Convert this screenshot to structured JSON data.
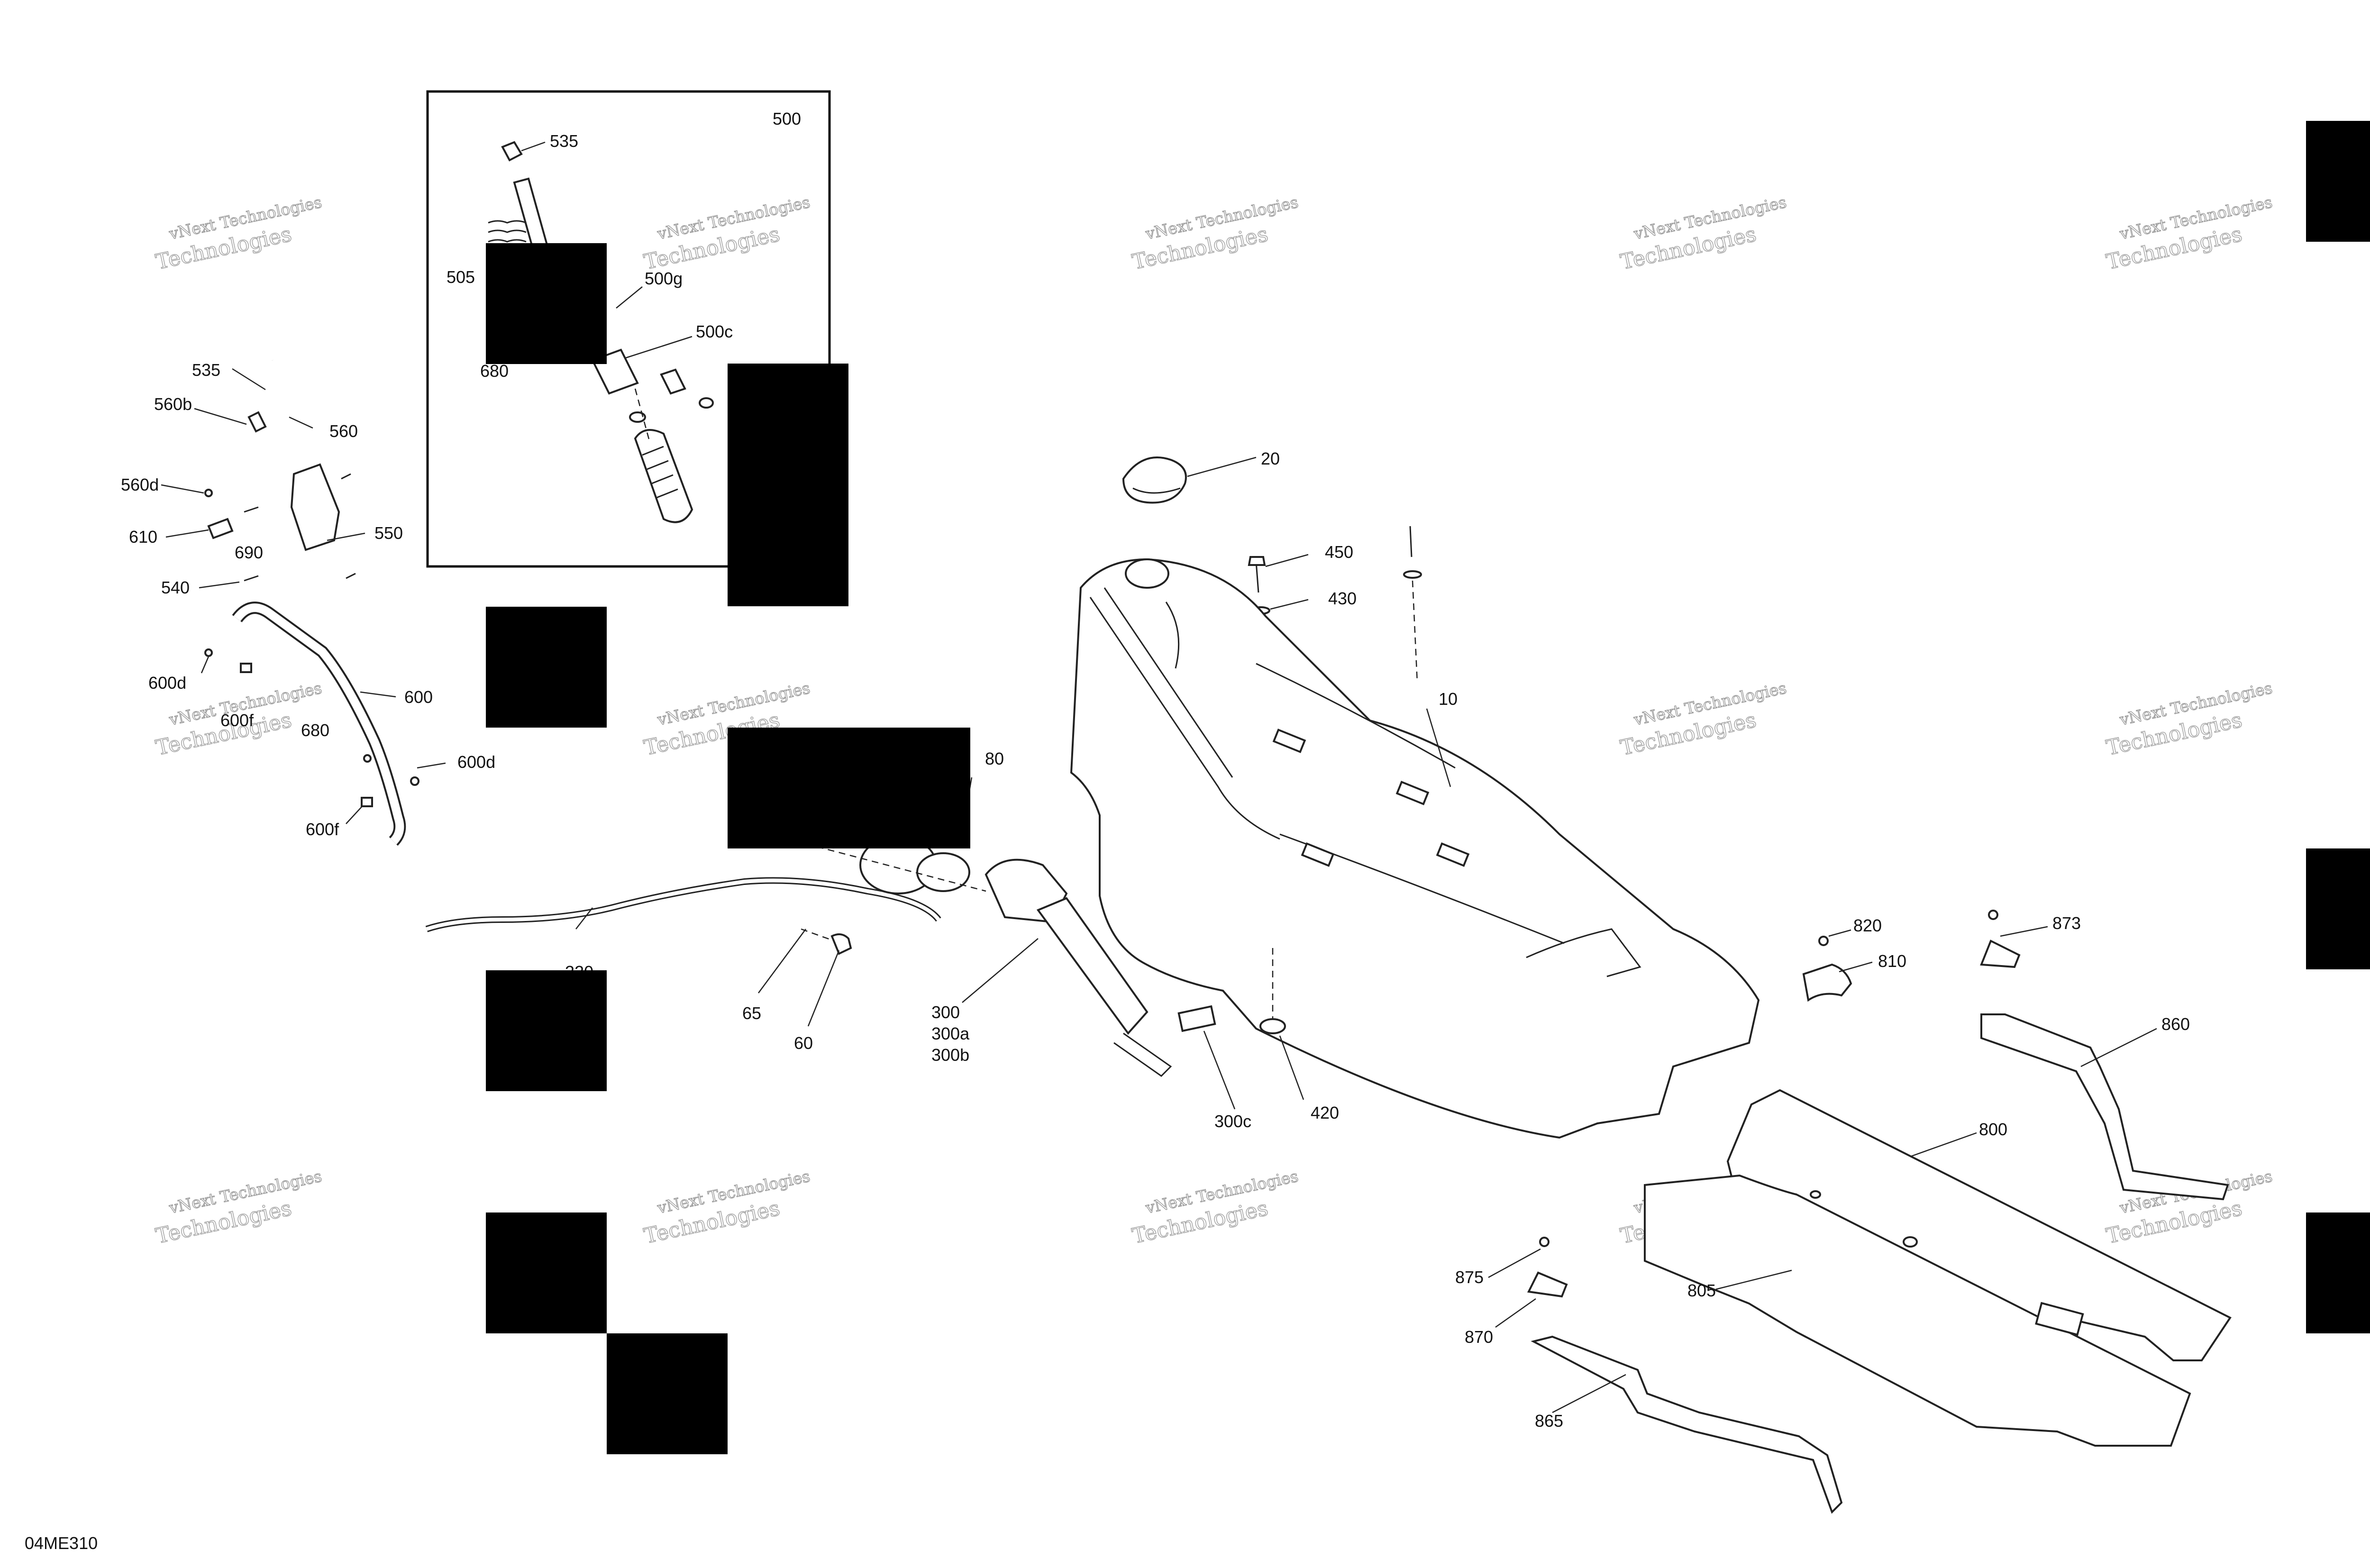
{
  "drawing_id": "04ME310",
  "inset": {
    "title": "500"
  },
  "watermark": {
    "line1": "vNext Technologies",
    "line2": "Technologies"
  },
  "callouts": [
    {
      "id": "c-535-inset",
      "text": "535"
    },
    {
      "id": "c-505",
      "text": "505"
    },
    {
      "id": "c-500g",
      "text": "500g"
    },
    {
      "id": "c-500c",
      "text": "500c"
    },
    {
      "id": "c-680-inset",
      "text": "680"
    },
    {
      "id": "c-535",
      "text": "535"
    },
    {
      "id": "c-560b",
      "text": "560b"
    },
    {
      "id": "c-560",
      "text": "560"
    },
    {
      "id": "c-560d",
      "text": "560d"
    },
    {
      "id": "c-550",
      "text": "550"
    },
    {
      "id": "c-610",
      "text": "610"
    },
    {
      "id": "c-690",
      "text": "690"
    },
    {
      "id": "c-540",
      "text": "540"
    },
    {
      "id": "c-600",
      "text": "600"
    },
    {
      "id": "c-600d-left",
      "text": "600d"
    },
    {
      "id": "c-600f-top",
      "text": "600f"
    },
    {
      "id": "c-680",
      "text": "680"
    },
    {
      "id": "c-600d",
      "text": "600d"
    },
    {
      "id": "c-600f",
      "text": "600f"
    },
    {
      "id": "c-320",
      "text": "320"
    },
    {
      "id": "c-80",
      "text": "80"
    },
    {
      "id": "c-65",
      "text": "65"
    },
    {
      "id": "c-60",
      "text": "60"
    },
    {
      "id": "c-300",
      "text": "300"
    },
    {
      "id": "c-300a",
      "text": "300a"
    },
    {
      "id": "c-300b",
      "text": "300b"
    },
    {
      "id": "c-300c",
      "text": "300c"
    },
    {
      "id": "c-20",
      "text": "20"
    },
    {
      "id": "c-450",
      "text": "450"
    },
    {
      "id": "c-430",
      "text": "430"
    },
    {
      "id": "c-10",
      "text": "10"
    },
    {
      "id": "c-420",
      "text": "420"
    },
    {
      "id": "c-820",
      "text": "820"
    },
    {
      "id": "c-810",
      "text": "810"
    },
    {
      "id": "c-873",
      "text": "873"
    },
    {
      "id": "c-860",
      "text": "860"
    },
    {
      "id": "c-800",
      "text": "800"
    },
    {
      "id": "c-805",
      "text": "805"
    },
    {
      "id": "c-875",
      "text": "875"
    },
    {
      "id": "c-870",
      "text": "870"
    },
    {
      "id": "c-865",
      "text": "865"
    }
  ]
}
